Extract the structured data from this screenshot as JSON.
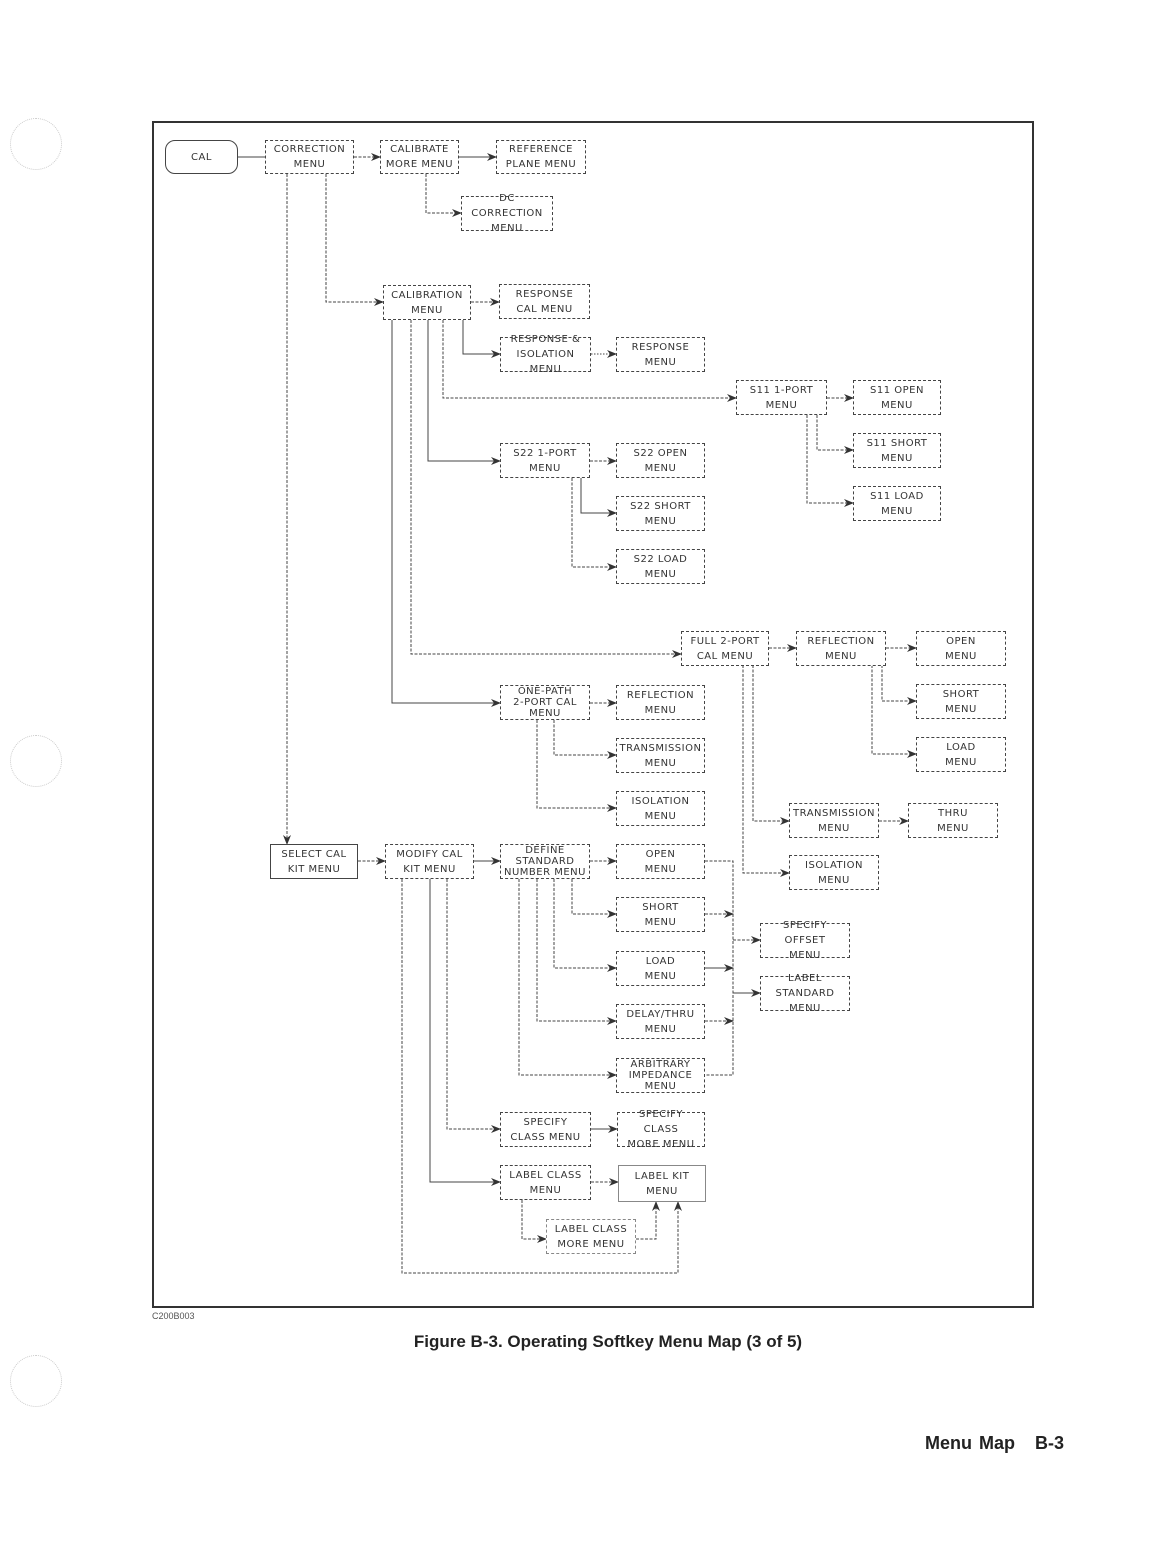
{
  "figure": {
    "id_label": "C200B003",
    "caption": "Figure B-3. Operating Softkey Menu Map (3 of 5)"
  },
  "footer": {
    "section": "Menu Map",
    "page": "B-3"
  },
  "nodes": {
    "cal": "CAL",
    "correction_menu": "CORRECTION\nMENU",
    "calibrate_more_menu": "CALIBRATE\nMORE MENU",
    "reference_plane_menu": "REFERENCE\nPLANE MENU",
    "dc_correction_menu": "DC CORRECTION\nMENU",
    "calibration_menu": "CALIBRATION\nMENU",
    "response_cal_menu": "RESPONSE\nCAL MENU",
    "response_isolation_menu": "RESPONSE &\nISOLATION MENU",
    "response_menu": "RESPONSE\nMENU",
    "s11_1port_menu": "S11 1-PORT\nMENU",
    "s11_open_menu": "S11 OPEN\nMENU",
    "s11_short_menu": "S11 SHORT\nMENU",
    "s11_load_menu": "S11 LOAD\nMENU",
    "s22_1port_menu": "S22 1-PORT\nMENU",
    "s22_open_menu": "S22 OPEN\nMENU",
    "s22_short_menu": "S22 SHORT\nMENU",
    "s22_load_menu": "S22 LOAD\nMENU",
    "full_2port_cal_menu": "FULL 2-PORT\nCAL MENU",
    "reflection_menu_full": "REFLECTION\nMENU",
    "open_menu_full": "OPEN\nMENU",
    "short_menu_full": "SHORT\nMENU",
    "load_menu_full": "LOAD\nMENU",
    "transmission_menu_full": "TRANSMISSION\nMENU",
    "thru_menu": "THRU\nMENU",
    "isolation_menu_full": "ISOLATION\nMENU",
    "one_path_2port_cal_menu": "ONE-PATH\n2-PORT CAL\nMENU",
    "reflection_menu_onepath": "REFLECTION\nMENU",
    "transmission_menu_onepath": "TRANSMISSION\nMENU",
    "isolation_menu_onepath": "ISOLATION\nMENU",
    "select_cal_kit_menu": "SELECT CAL\nKIT MENU",
    "modify_cal_kit_menu": "MODIFY CAL\nKIT MENU",
    "define_standard_number_menu": "DEFINE\nSTANDARD\nNUMBER MENU",
    "open_menu_std": "OPEN\nMENU",
    "short_menu_std": "SHORT\nMENU",
    "load_menu_std": "LOAD\nMENU",
    "delay_thru_menu": "DELAY/THRU\nMENU",
    "arbitrary_impedance_menu": "ARBITRARY\nIMPEDANCE\nMENU",
    "specify_offset_menu": "SPECIFY OFFSET\nMENU",
    "label_standard_menu": "LABEL STANDARD\nMENU",
    "specify_class_menu": "SPECIFY\nCLASS MENU",
    "specify_class_more_menu": "SPECIFY CLASS\nMORE MENU",
    "label_class_menu": "LABEL CLASS\nMENU",
    "label_kit_menu": "LABEL KIT\nMENU",
    "label_class_more_menu": "LABEL CLASS\nMORE MENU"
  }
}
